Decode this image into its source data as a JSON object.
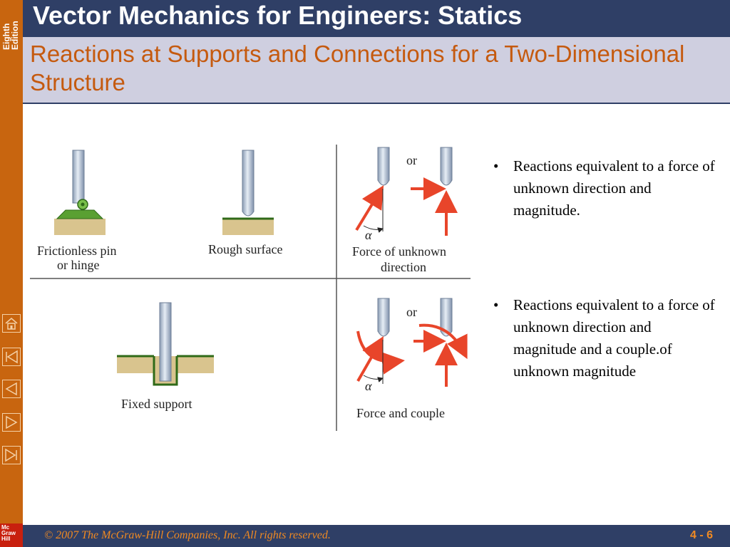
{
  "sidebar": {
    "edition_label": "Eighth Edition",
    "logo_text": "Mc Graw Hill",
    "nav_icons": [
      "home-icon",
      "first-slide-icon",
      "previous-slide-icon",
      "next-slide-icon",
      "last-slide-icon"
    ]
  },
  "header": {
    "title": "Vector Mechanics for Engineers: Statics",
    "subtitle": "Reactions at Supports and Connections for a Two-Dimensional Structure"
  },
  "figure": {
    "pin_caption_line1": "Frictionless pin",
    "pin_caption_line2": "or hinge",
    "rough_caption": "Rough surface",
    "force_caption_line1": "Force of unknown",
    "force_caption_line2": "direction",
    "fixed_caption": "Fixed support",
    "couple_caption": "Force and couple",
    "or_label_top": "or",
    "or_label_bottom": "or",
    "alpha_top": "α",
    "alpha_bottom": "α"
  },
  "bullets": [
    "Reactions equivalent to a force of unknown direction and magnitude.",
    "Reactions equivalent to a force of unknown direction and magnitude and a couple.of unknown magnitude"
  ],
  "footer": {
    "copyright": "© 2007 The McGraw-Hill Companies, Inc. All rights reserved.",
    "page_number": "4 - 6"
  },
  "colors": {
    "header_bg": "#2f3f66",
    "subtitle_bg": "#cfcfe0",
    "subtitle_text": "#c55a0f",
    "sidebar_bg": "#c8650f",
    "arrow_red": "#e8452a",
    "pin_green": "#5aa032",
    "ground_tan": "#d9c48e"
  }
}
